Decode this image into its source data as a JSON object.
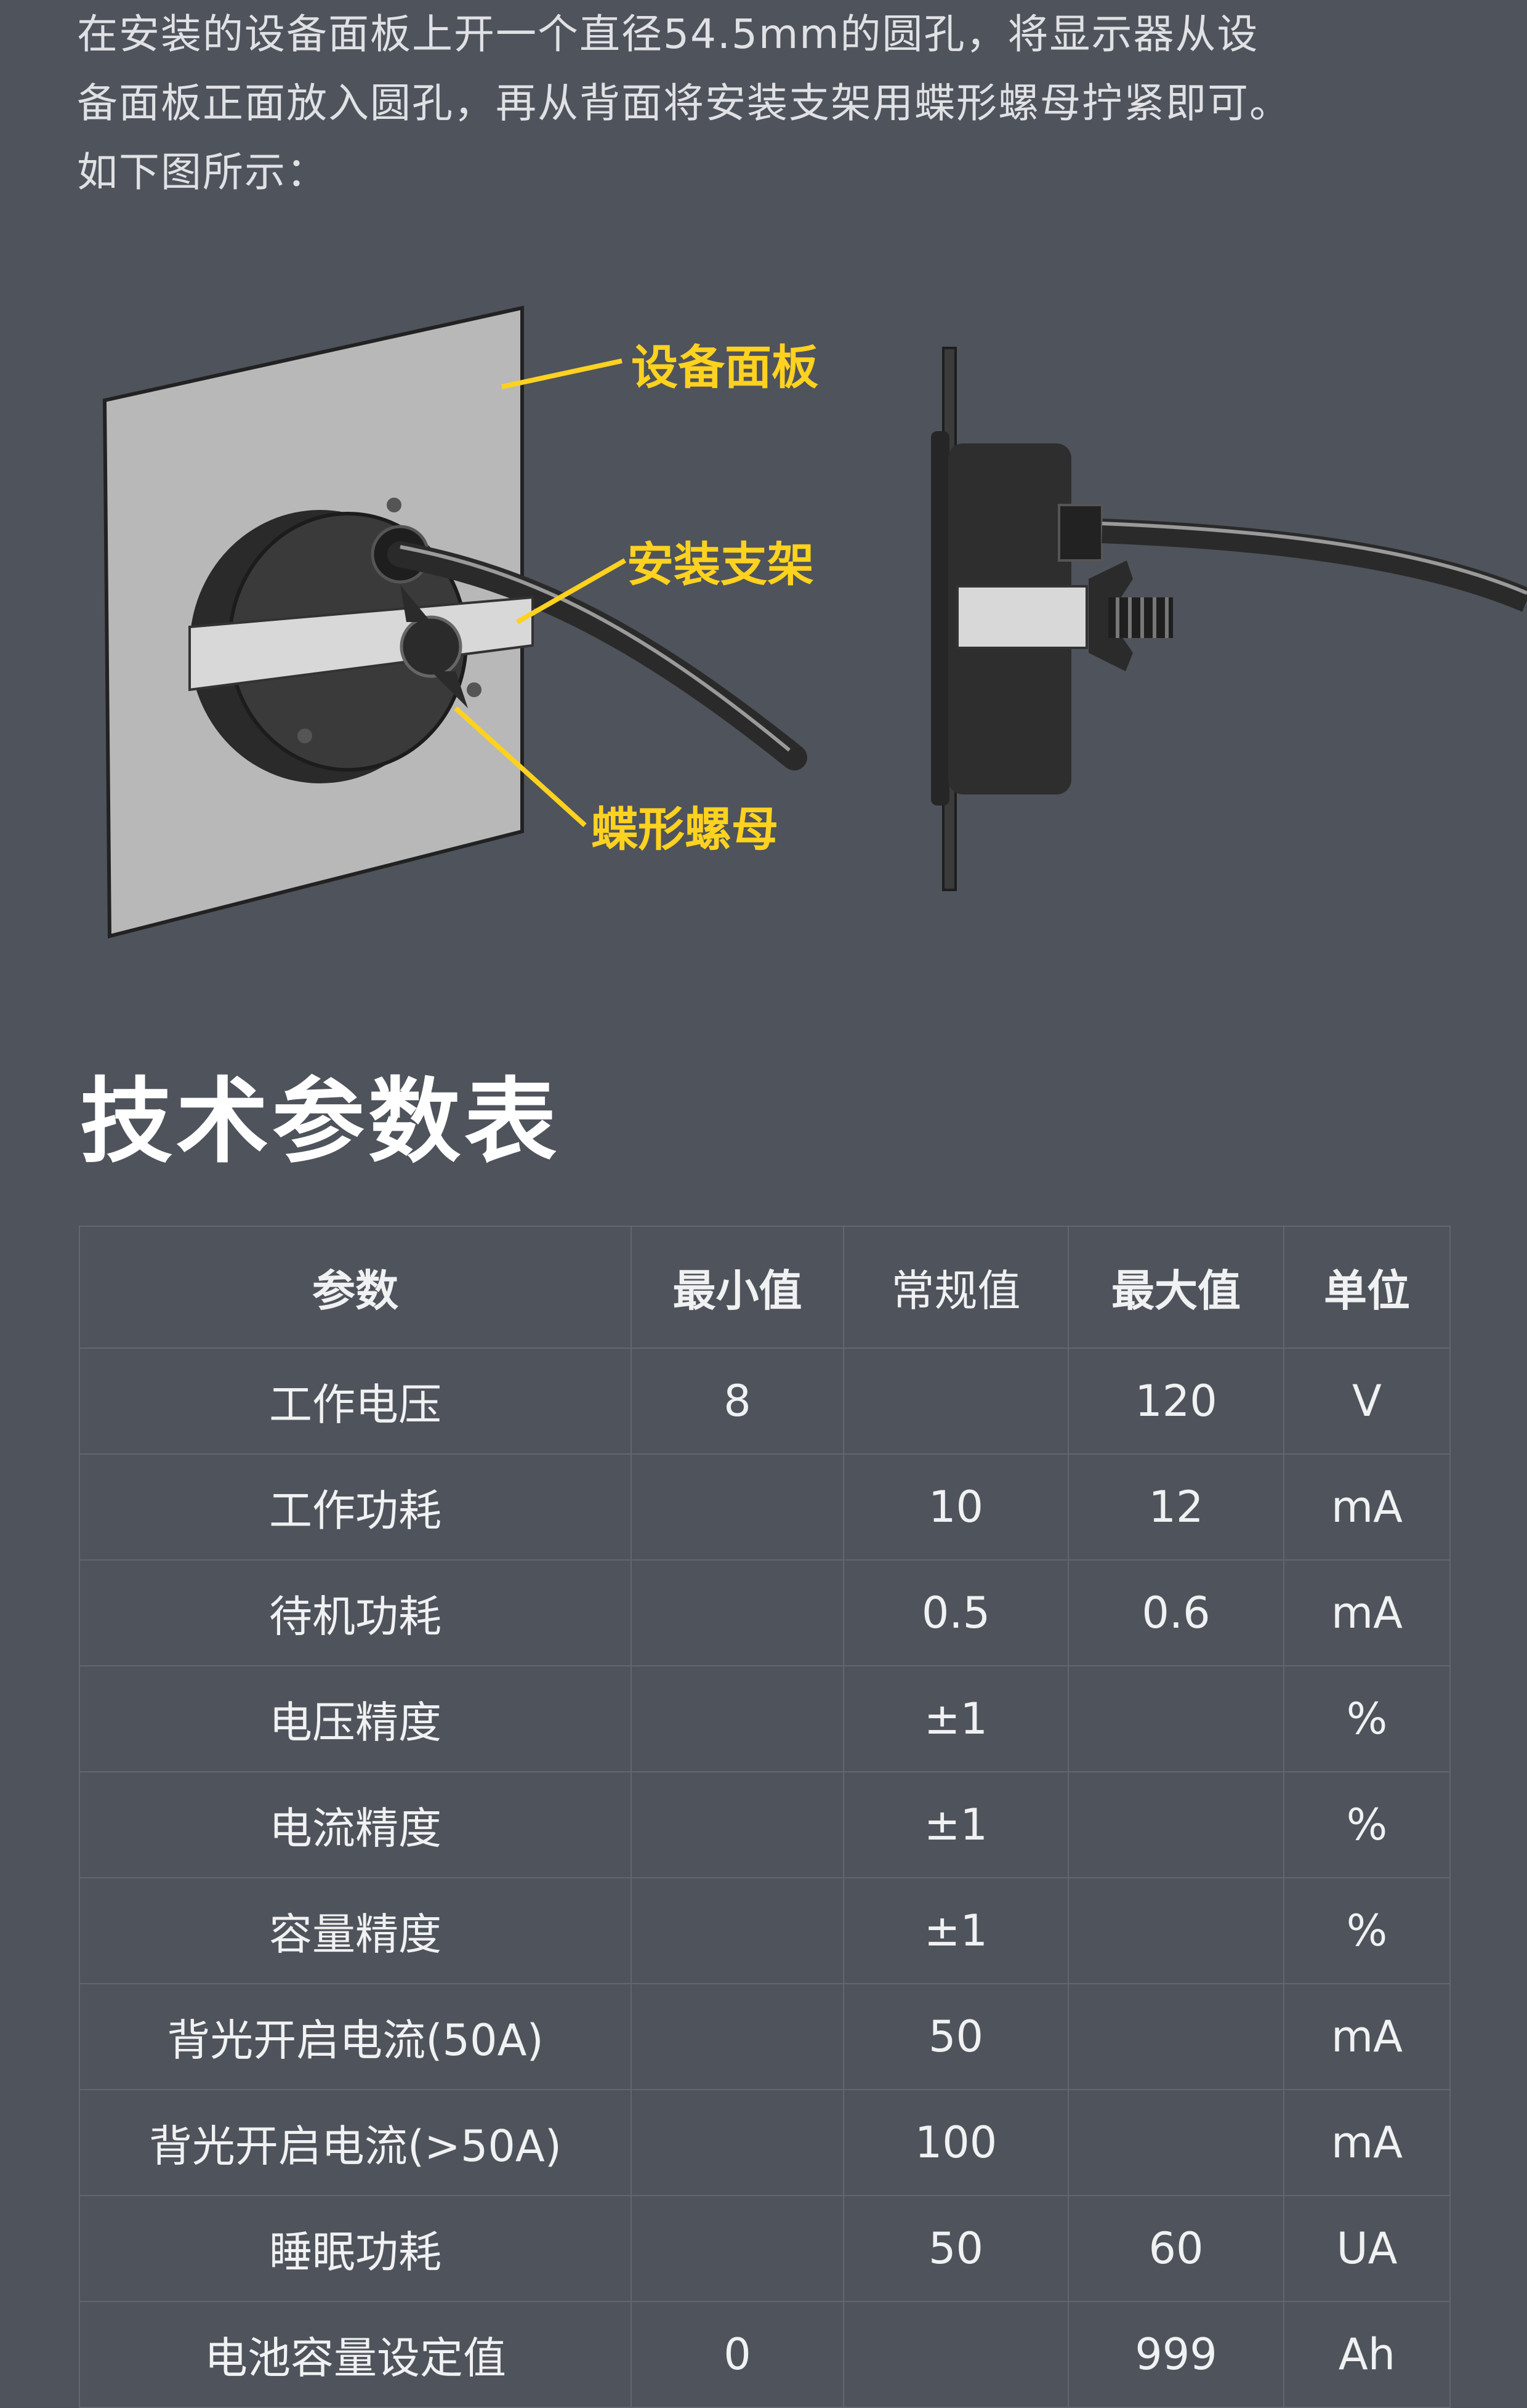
{
  "intro": {
    "line1": "在安装的设备面板上开一个直径54.5mm的圆孔，将显示器从设",
    "line2": "备面板正面放入圆孔，再从背面将安装支架用蝶形螺母拧紧即可。",
    "line3": "如下图所示："
  },
  "diagram": {
    "callouts": [
      "设备面板",
      "安装支架",
      "蝶形螺母"
    ],
    "accent": "#ffd21f"
  },
  "section_title": "技术参数表",
  "table": {
    "headers": [
      "参数",
      "最小值",
      "常规值",
      "最大值",
      "单位"
    ],
    "rows": [
      [
        "工作电压",
        "8",
        "",
        "120",
        "V"
      ],
      [
        "工作功耗",
        "",
        "10",
        "12",
        "mA"
      ],
      [
        "待机功耗",
        "",
        "0.5",
        "0.6",
        "mA"
      ],
      [
        "电压精度",
        "",
        "±1",
        "",
        "%"
      ],
      [
        "电流精度",
        "",
        "±1",
        "",
        "%"
      ],
      [
        "容量精度",
        "",
        "±1",
        "",
        "%"
      ],
      [
        "背光开启电流(50A)",
        "",
        "50",
        "",
        "mA"
      ],
      [
        "背光开启电流(>50A)",
        "",
        "100",
        "",
        "mA"
      ],
      [
        "睡眠功耗",
        "",
        "50",
        "60",
        "UA"
      ],
      [
        "电池容量设定值",
        "0",
        "",
        "999",
        "Ah"
      ]
    ]
  },
  "colors": {
    "background": "#4f535b",
    "grid": "#62666e",
    "text": "#f0f1f2"
  }
}
